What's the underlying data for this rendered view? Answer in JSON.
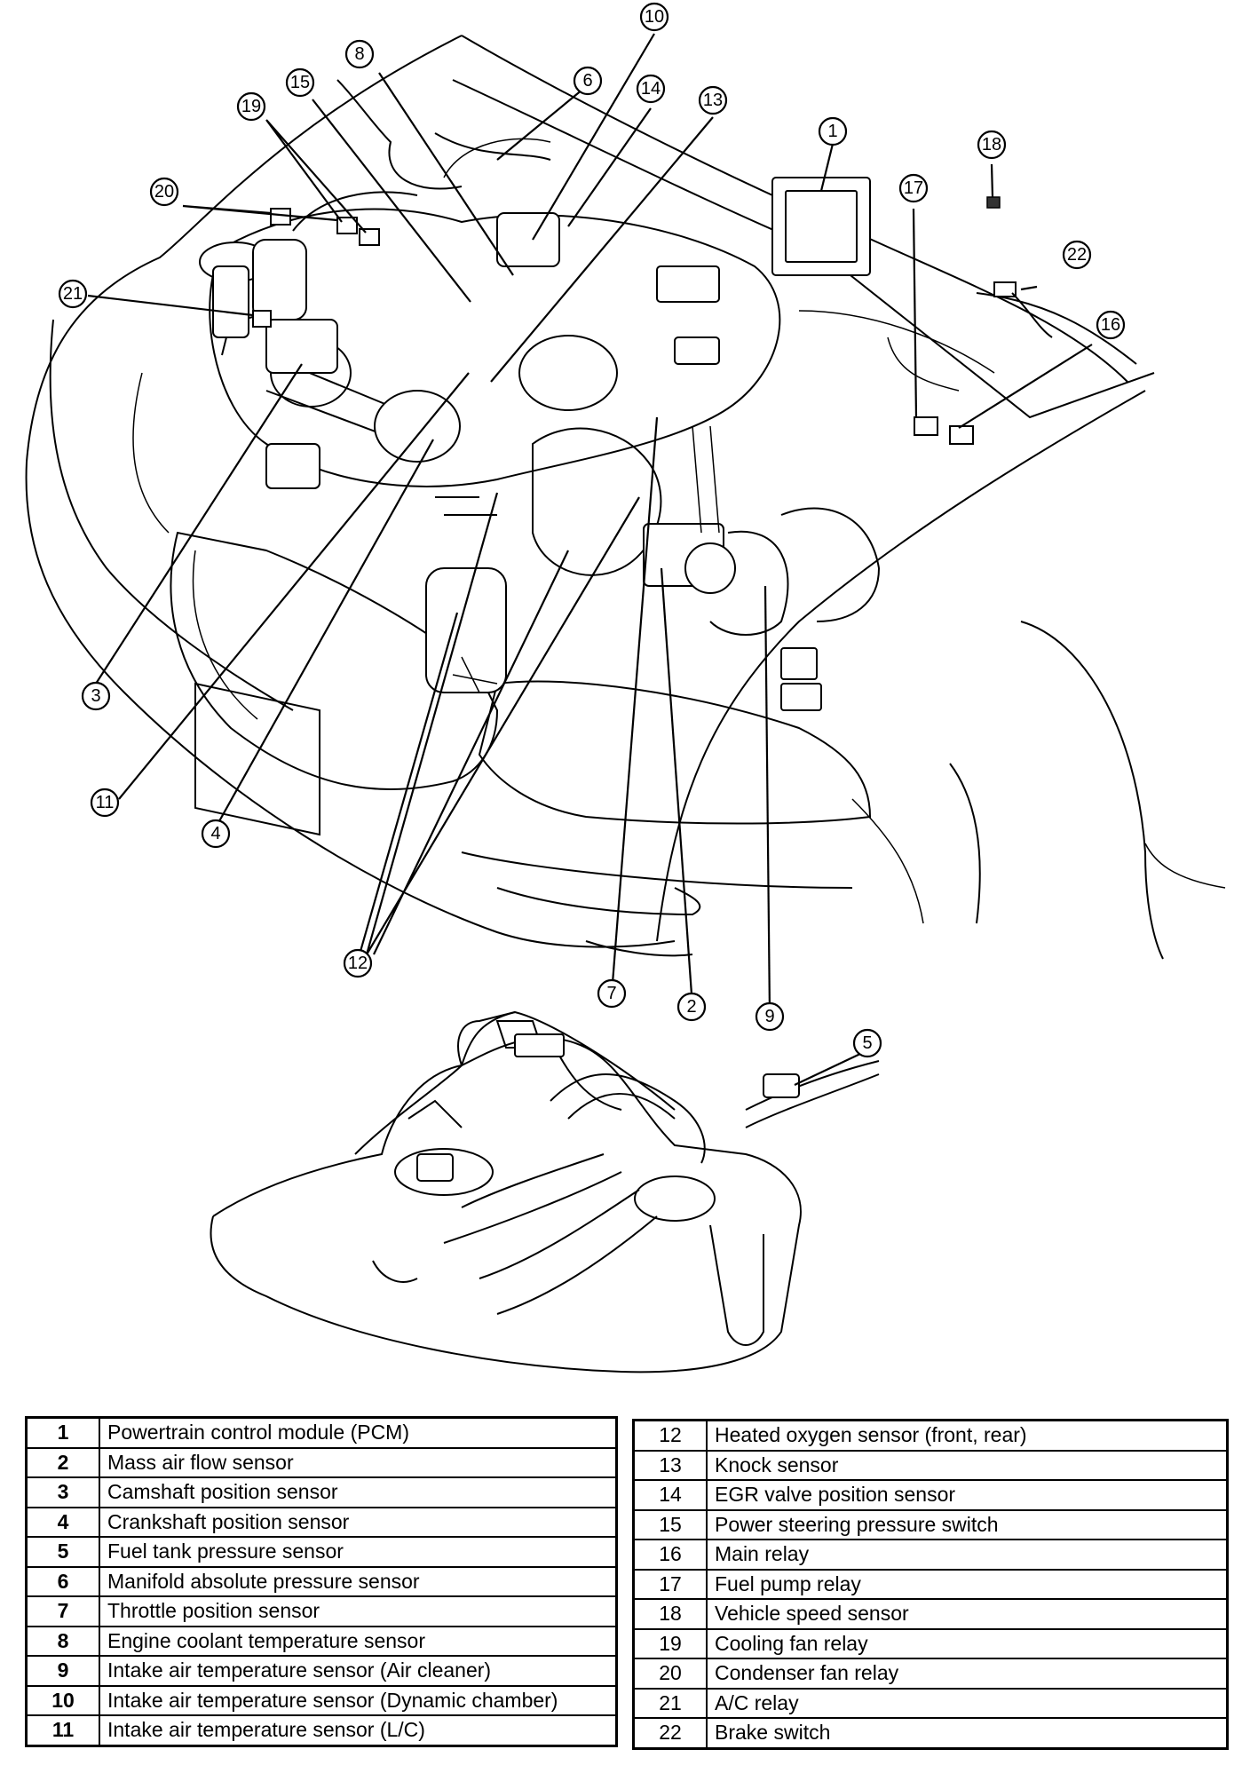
{
  "callouts": [
    {
      "id": "c1",
      "label": "1"
    },
    {
      "id": "c2",
      "label": "2"
    },
    {
      "id": "c3",
      "label": "3"
    },
    {
      "id": "c4",
      "label": "4"
    },
    {
      "id": "c5",
      "label": "5"
    },
    {
      "id": "c6",
      "label": "6"
    },
    {
      "id": "c7",
      "label": "7"
    },
    {
      "id": "c8",
      "label": "8"
    },
    {
      "id": "c9",
      "label": "9"
    },
    {
      "id": "c10",
      "label": "10"
    },
    {
      "id": "c11",
      "label": "11"
    },
    {
      "id": "c12",
      "label": "12"
    },
    {
      "id": "c13",
      "label": "13"
    },
    {
      "id": "c14",
      "label": "14"
    },
    {
      "id": "c15",
      "label": "15"
    },
    {
      "id": "c16",
      "label": "16"
    },
    {
      "id": "c17",
      "label": "17"
    },
    {
      "id": "c18",
      "label": "18"
    },
    {
      "id": "c19",
      "label": "19"
    },
    {
      "id": "c20",
      "label": "20"
    },
    {
      "id": "c21",
      "label": "21"
    },
    {
      "id": "c22",
      "label": "22"
    }
  ],
  "legend": {
    "left": [
      {
        "num": "1",
        "name": "Powertrain control module (PCM)"
      },
      {
        "num": "2",
        "name": "Mass air flow sensor"
      },
      {
        "num": "3",
        "name": "Camshaft position sensor"
      },
      {
        "num": "4",
        "name": "Crankshaft position sensor"
      },
      {
        "num": "5",
        "name": "Fuel tank pressure sensor"
      },
      {
        "num": "6",
        "name": "Manifold absolute pressure sensor"
      },
      {
        "num": "7",
        "name": "Throttle position sensor"
      },
      {
        "num": "8",
        "name": "Engine coolant temperature sensor"
      },
      {
        "num": "9",
        "name": "Intake air temperature sensor (Air cleaner)"
      },
      {
        "num": "10",
        "name": "Intake air temperature sensor (Dynamic chamber)"
      },
      {
        "num": "11",
        "name": "Intake air temperature sensor (L/C)"
      }
    ],
    "right": [
      {
        "num": "12",
        "name": "Heated oxygen sensor (front, rear)"
      },
      {
        "num": "13",
        "name": "Knock sensor"
      },
      {
        "num": "14",
        "name": "EGR valve position sensor"
      },
      {
        "num": "15",
        "name": "Power steering pressure switch"
      },
      {
        "num": "16",
        "name": "Main relay"
      },
      {
        "num": "17",
        "name": "Fuel pump relay"
      },
      {
        "num": "18",
        "name": "Vehicle speed sensor"
      },
      {
        "num": "19",
        "name": "Cooling fan relay"
      },
      {
        "num": "20",
        "name": "Condenser fan relay"
      },
      {
        "num": "21",
        "name": "A/C relay"
      },
      {
        "num": "22",
        "name": "Brake switch"
      }
    ]
  }
}
